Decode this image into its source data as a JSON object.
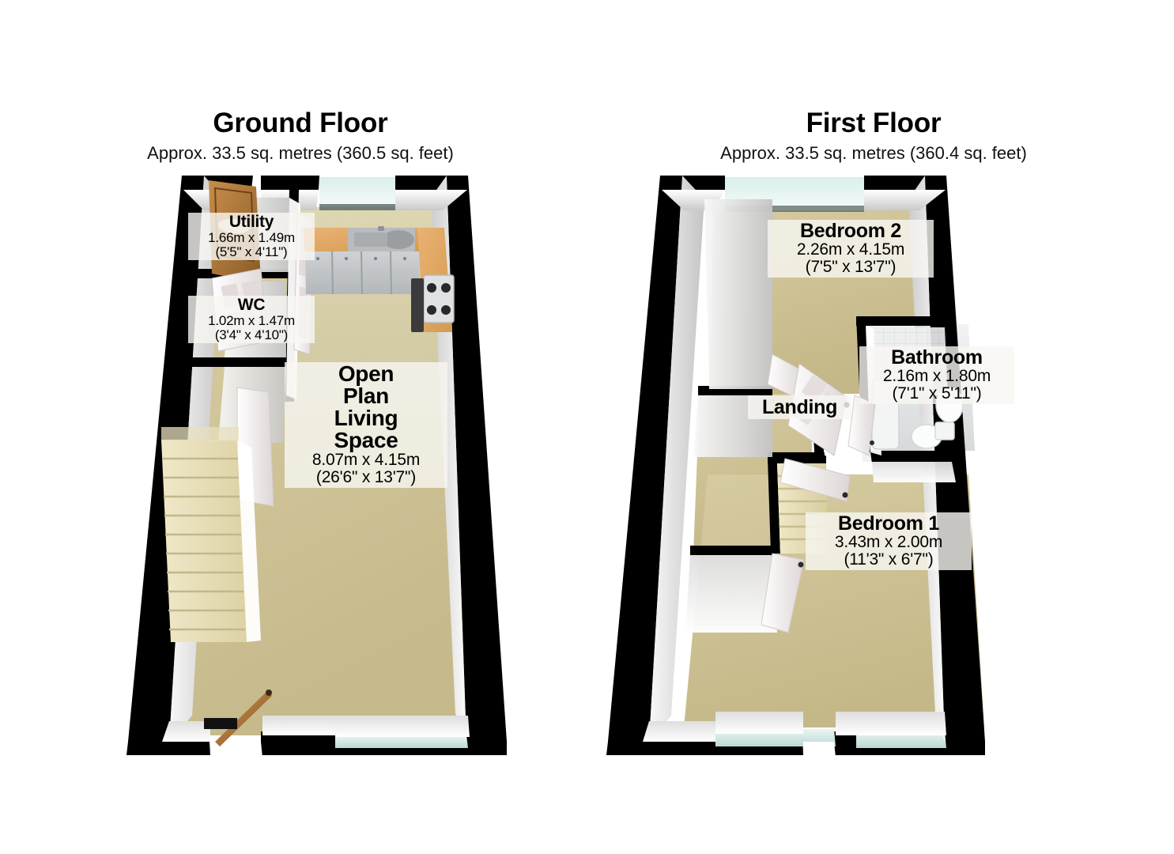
{
  "floors": [
    {
      "id": "ground",
      "title": "Ground Floor",
      "area_text": "Approx. 33.5 sq. metres (360.5 sq. feet)",
      "rooms": [
        {
          "key": "utility",
          "name": "Utility",
          "dim_metric": "1.66m x 1.49m",
          "dim_imperial": "(5'5\" x 4'11\")"
        },
        {
          "key": "wc",
          "name": "WC",
          "dim_metric": "1.02m x 1.47m",
          "dim_imperial": "(3'4\" x 4'10\")"
        },
        {
          "key": "living",
          "name_lines": [
            "Open",
            "Plan",
            "Living",
            "Space"
          ],
          "name": "Open Plan Living Space",
          "dim_metric": "8.07m x 4.15m",
          "dim_imperial": "(26'6\" x 13'7\")"
        }
      ],
      "features": [
        "front-door",
        "front-window",
        "entry-door",
        "stairs-up",
        "kitchen-units",
        "kitchen-sink",
        "hob",
        "utility-door",
        "wc-door"
      ]
    },
    {
      "id": "first",
      "title": "First Floor",
      "area_text": "Approx. 33.5 sq. metres (360.4 sq. feet)",
      "rooms": [
        {
          "key": "bedroom2",
          "name": "Bedroom 2",
          "dim_metric": "2.26m x 4.15m",
          "dim_imperial": "(7'5\" x 13'7\")"
        },
        {
          "key": "bathroom",
          "name": "Bathroom",
          "dim_metric": "2.16m x 1.80m",
          "dim_imperial": "(7'1\" x 5'11\")"
        },
        {
          "key": "landing",
          "name": "Landing",
          "dim_metric": "",
          "dim_imperial": ""
        },
        {
          "key": "bedroom1",
          "name": "Bedroom 1",
          "dim_metric": "3.43m x 2.00m",
          "dim_imperial": "(11'3\" x 6'7\")"
        }
      ],
      "features": [
        "rear-window",
        "front-window-left",
        "front-window-right",
        "stairs-down",
        "bedroom1-door",
        "bedroom2-door",
        "bathroom-door",
        "toilet",
        "basin",
        "bath"
      ]
    }
  ],
  "colors": {
    "wall_outline": "#000000",
    "wall_face": "#f2f2f2",
    "wall_shade": "#d8d8d8",
    "carpet": "#cec39a",
    "kitchen_floor": "#d9d2ab",
    "worktop": "#e0ab63",
    "cabinet": "#c3c5c7",
    "window_glass": "#d6ece9",
    "door_wood": "#b07b3e",
    "door_white": "#ece6e6",
    "stair_tread": "#e8e0be",
    "tile": "#eceeee",
    "label_bg": "#f7f6f2",
    "text": "#000000"
  }
}
